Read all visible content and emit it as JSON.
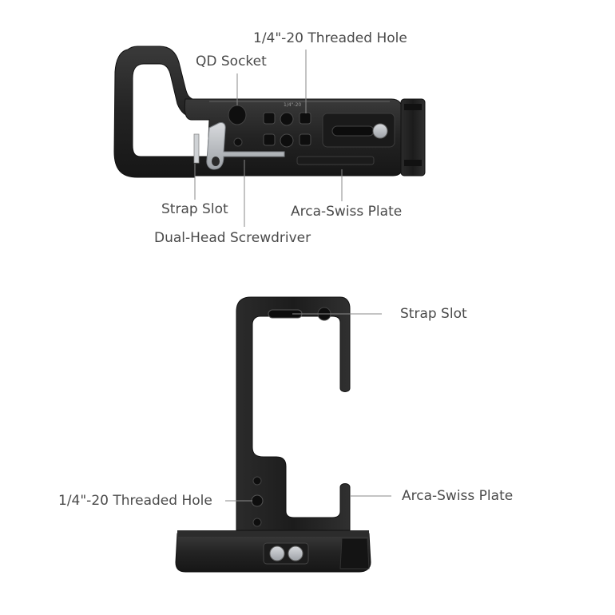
{
  "top_view": {
    "threaded_hole": "1/4\"-20 Threaded Hole",
    "qd_socket": "QD Socket",
    "strap_slot": "Strap Slot",
    "arca_swiss_plate": "Arca-Swiss Plate",
    "dual_head_screwdriver": "Dual-Head Screwdriver",
    "engraving": "1/4\"-20"
  },
  "side_view": {
    "strap_slot": "Strap Slot",
    "arca_swiss_plate": "Arca-Swiss Plate",
    "threaded_hole": "1/4\"-20 Threaded Hole"
  },
  "colors": {
    "label": "#4a4a4a",
    "leader_line": "#8a8a8a",
    "bracket_body": "#222222",
    "bracket_edge": "#3a3a3a",
    "screwdriver": "#b9bcc0"
  }
}
